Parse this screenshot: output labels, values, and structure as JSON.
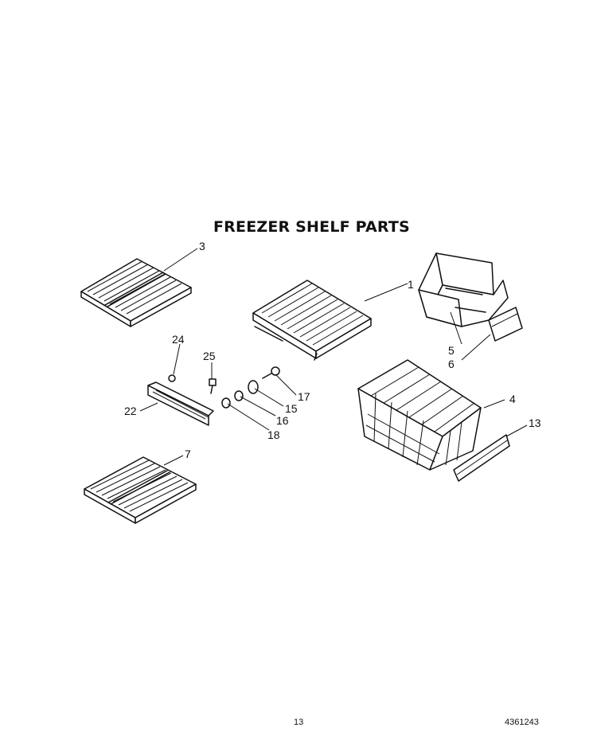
{
  "title": "FREEZER SHELF PARTS",
  "callouts": {
    "c1": "1",
    "c3": "3",
    "c4": "4",
    "c5": "5",
    "c6": "6",
    "c7": "7",
    "c13": "13",
    "c15": "15",
    "c16": "16",
    "c17": "17",
    "c18": "18",
    "c22": "22",
    "c24": "24",
    "c25": "25"
  },
  "footer": {
    "page_number": "13",
    "doc_number": "4361243"
  }
}
